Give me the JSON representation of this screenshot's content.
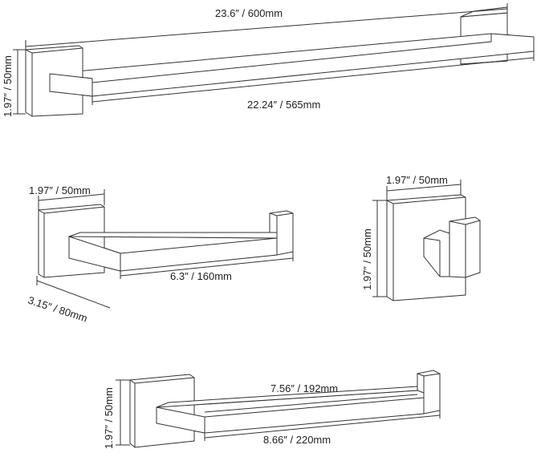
{
  "towel_bar_large": {
    "total_length": "23.6″ / 600mm",
    "bar_length": "22.24″ / 565mm",
    "plate_size": "1.97″ / 50mm"
  },
  "paper_holder": {
    "plate_width": "1.97″ / 50mm",
    "arm_length": "6.3″ / 160mm",
    "depth": "3.15″ / 80mm"
  },
  "robe_hook": {
    "plate_width": "1.97″ / 50mm",
    "plate_height": "1.97″ / 50mm"
  },
  "towel_bar_small": {
    "plate_height": "1.97″ / 50mm",
    "bar_length": "7.56″ / 192mm",
    "total_length": "8.66″ / 220mm"
  }
}
